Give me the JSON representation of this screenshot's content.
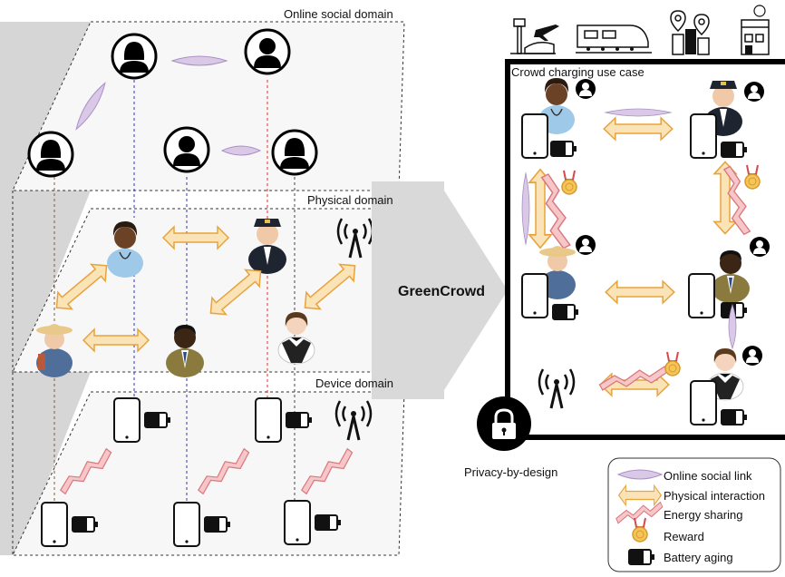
{
  "layers": {
    "social": "Online social domain",
    "physical": "Physical domain",
    "device": "Device domain"
  },
  "arrow_label": "GreenCrowd",
  "usecase_title": "Crowd charging use case",
  "privacy_label": "Privacy-by-design",
  "legend": {
    "online_social_link": "Online social link",
    "physical_interaction": "Physical interaction",
    "energy_sharing": "Energy sharing",
    "reward": "Reward",
    "battery_aging": "Battery aging"
  },
  "colors": {
    "social_link": "#d9c9e6",
    "physical_interaction": "#fbe3b8",
    "physical_interaction_stroke": "#e8a33c",
    "energy_sharing": "#f6c6c8",
    "energy_sharing_stroke": "#d9777c",
    "reward": "#f6c55a",
    "reward_ribbon": "#d24a4a",
    "line_blue": "#3333bb",
    "line_red": "#dd3333",
    "line_brown": "#8b5a2b"
  }
}
